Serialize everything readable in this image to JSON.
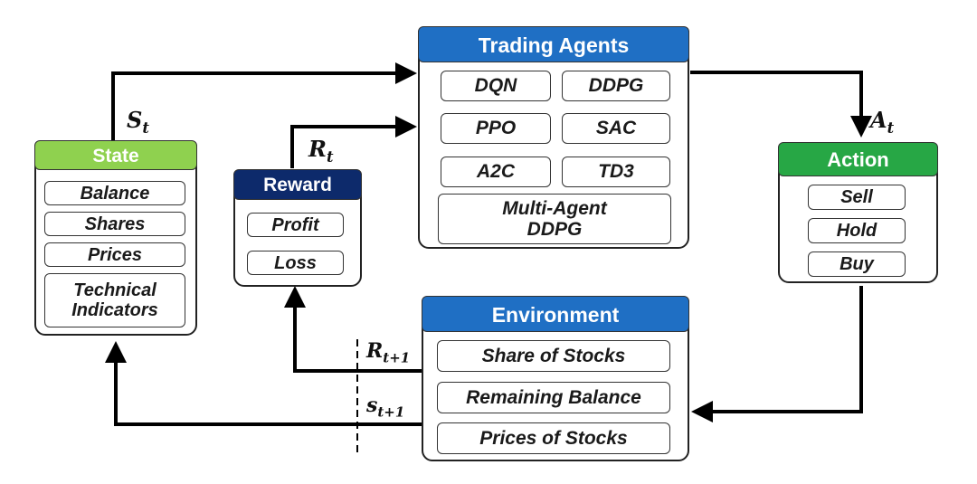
{
  "colors": {
    "blue_header": "#1f6fc4",
    "green_light": "#8fd14f",
    "green_dark": "#27a745",
    "navy": "#0d2a6b"
  },
  "trading_agents": {
    "title": "Trading Agents",
    "items": [
      "DQN",
      "DDPG",
      "PPO",
      "SAC",
      "A2C",
      "TD3"
    ],
    "multi_line1": "Multi-Agent",
    "multi_line2": "DDPG"
  },
  "state": {
    "title": "State",
    "items": [
      "Balance",
      "Shares",
      "Prices"
    ],
    "technical_line1": "Technical",
    "technical_line2": "Indicators"
  },
  "reward": {
    "title": "Reward",
    "items": [
      "Profit",
      "Loss"
    ]
  },
  "action": {
    "title": "Action",
    "items": [
      "Sell",
      "Hold",
      "Buy"
    ]
  },
  "environment": {
    "title": "Environment",
    "items": [
      "Share of Stocks",
      "Remaining Balance",
      "Prices of Stocks"
    ]
  },
  "labels": {
    "s_t": {
      "main": "S",
      "sub": "t"
    },
    "r_t": {
      "main": "R",
      "sub": "t"
    },
    "a_t": {
      "main": "A",
      "sub": "t"
    },
    "r_t1": {
      "main": "R",
      "sub": "t+1"
    },
    "s_t1": {
      "main": "s",
      "sub": "t+1"
    }
  }
}
